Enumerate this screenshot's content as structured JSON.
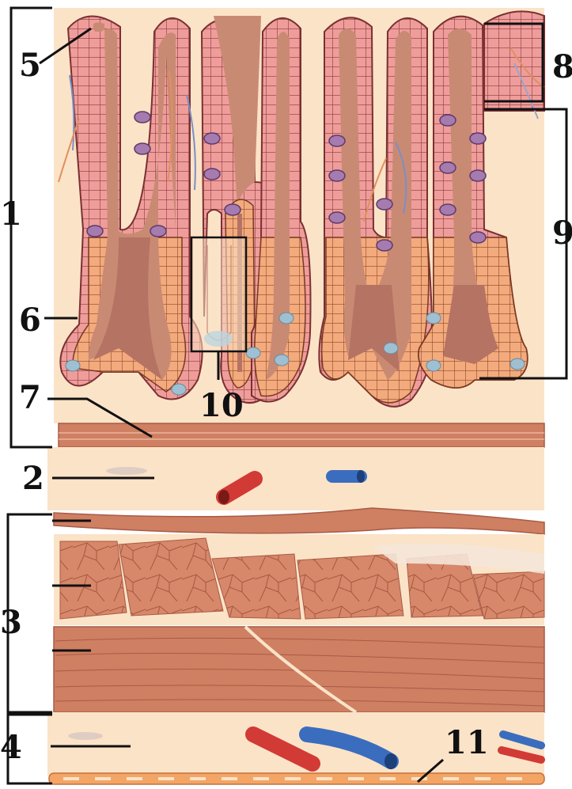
{
  "labels": {
    "l1": "1",
    "l2": "2",
    "l3": "3",
    "l4": "4",
    "l5": "5",
    "l6": "6",
    "l7": "7",
    "l8": "8",
    "l9": "9",
    "l10": "10",
    "l11": "11"
  },
  "colors": {
    "lamina": "#fbe3c7",
    "villus_core": "#c98a74",
    "core_dark": "#b57363",
    "epithelium_pink": "#e89090",
    "epithelium_orange": "#f2a678",
    "goblet": "#a67bb0",
    "muscle": "#cf7f62",
    "muscle_line": "#a85b45",
    "artery": "#d23a35",
    "vein": "#3a6dbd",
    "serosa": "#f3a565",
    "line": "#111111"
  }
}
